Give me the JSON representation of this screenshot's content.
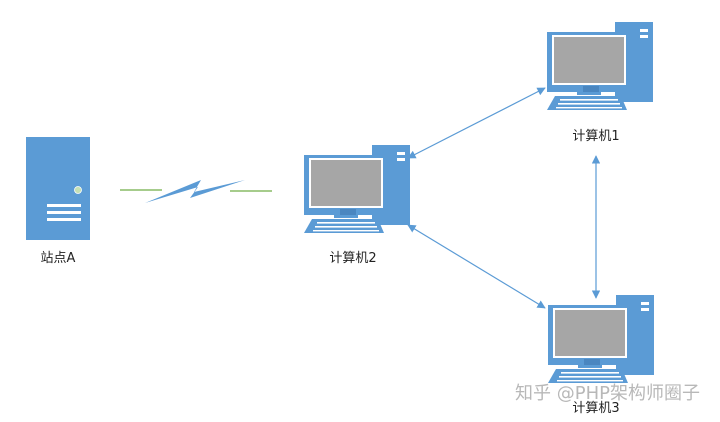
{
  "colors": {
    "device_fill": "#5b9bd5",
    "device_dark": "#4a86c0",
    "screen_fill": "#a6a6a6",
    "screen_border": "#ffffff",
    "arrow": "#5b9bd5",
    "link_green": "#70ad47",
    "lightning": "#5b9bd5",
    "label": "#222222",
    "watermark": "#b8b8b8"
  },
  "nodes": {
    "site_a": {
      "label": "站点A",
      "icon": "server-icon"
    },
    "computer2": {
      "label": "计算机2",
      "icon": "desktop-computer-icon"
    },
    "computer1": {
      "label": "计算机1",
      "icon": "desktop-computer-icon"
    },
    "computer3": {
      "label": "计算机3",
      "icon": "desktop-computer-icon"
    }
  },
  "links": [
    {
      "from": "site_a",
      "to": "computer2",
      "style": "wireless",
      "icon": "lightning-icon"
    },
    {
      "from": "computer2",
      "to": "computer1",
      "style": "double-arrow"
    },
    {
      "from": "computer2",
      "to": "computer3",
      "style": "double-arrow"
    },
    {
      "from": "computer1",
      "to": "computer3",
      "style": "double-arrow"
    }
  ],
  "watermark": "知乎 @PHP架构师圈子"
}
